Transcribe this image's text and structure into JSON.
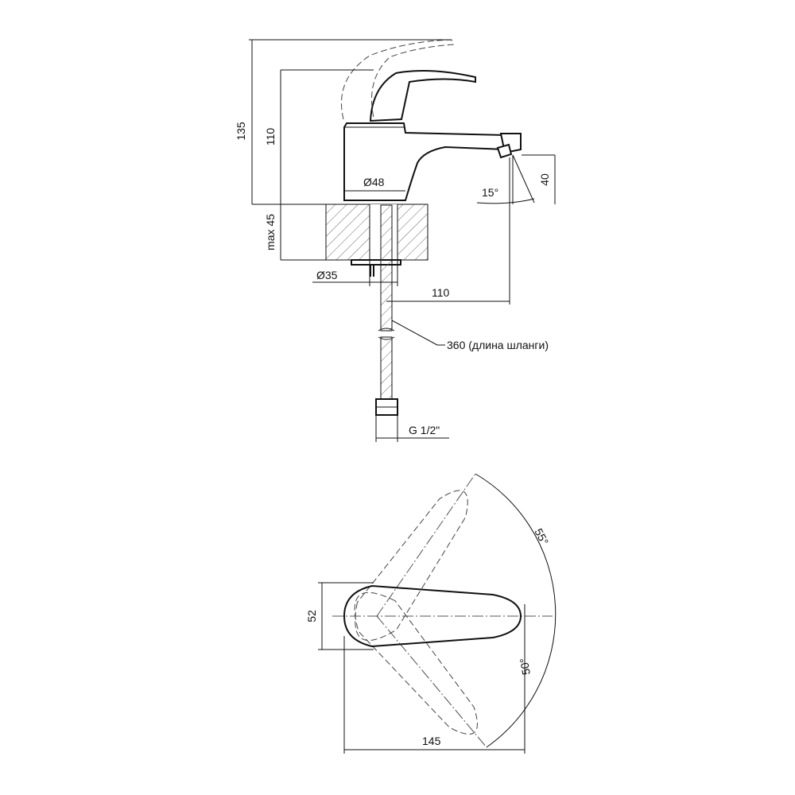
{
  "side_view": {
    "labels": {
      "height_total": "135",
      "height_body": "110",
      "spout_height": "40",
      "spout_angle": "15°",
      "body_diameter": "Ø48",
      "max_thickness": "max 45",
      "hole_diameter": "Ø35",
      "reach": "110",
      "hose_length": "360 (длина шланги)",
      "thread": "G 1/2\""
    }
  },
  "top_view": {
    "labels": {
      "handle_width": "52",
      "rotation_up": "55°",
      "rotation_down": "50°",
      "length": "145"
    }
  }
}
